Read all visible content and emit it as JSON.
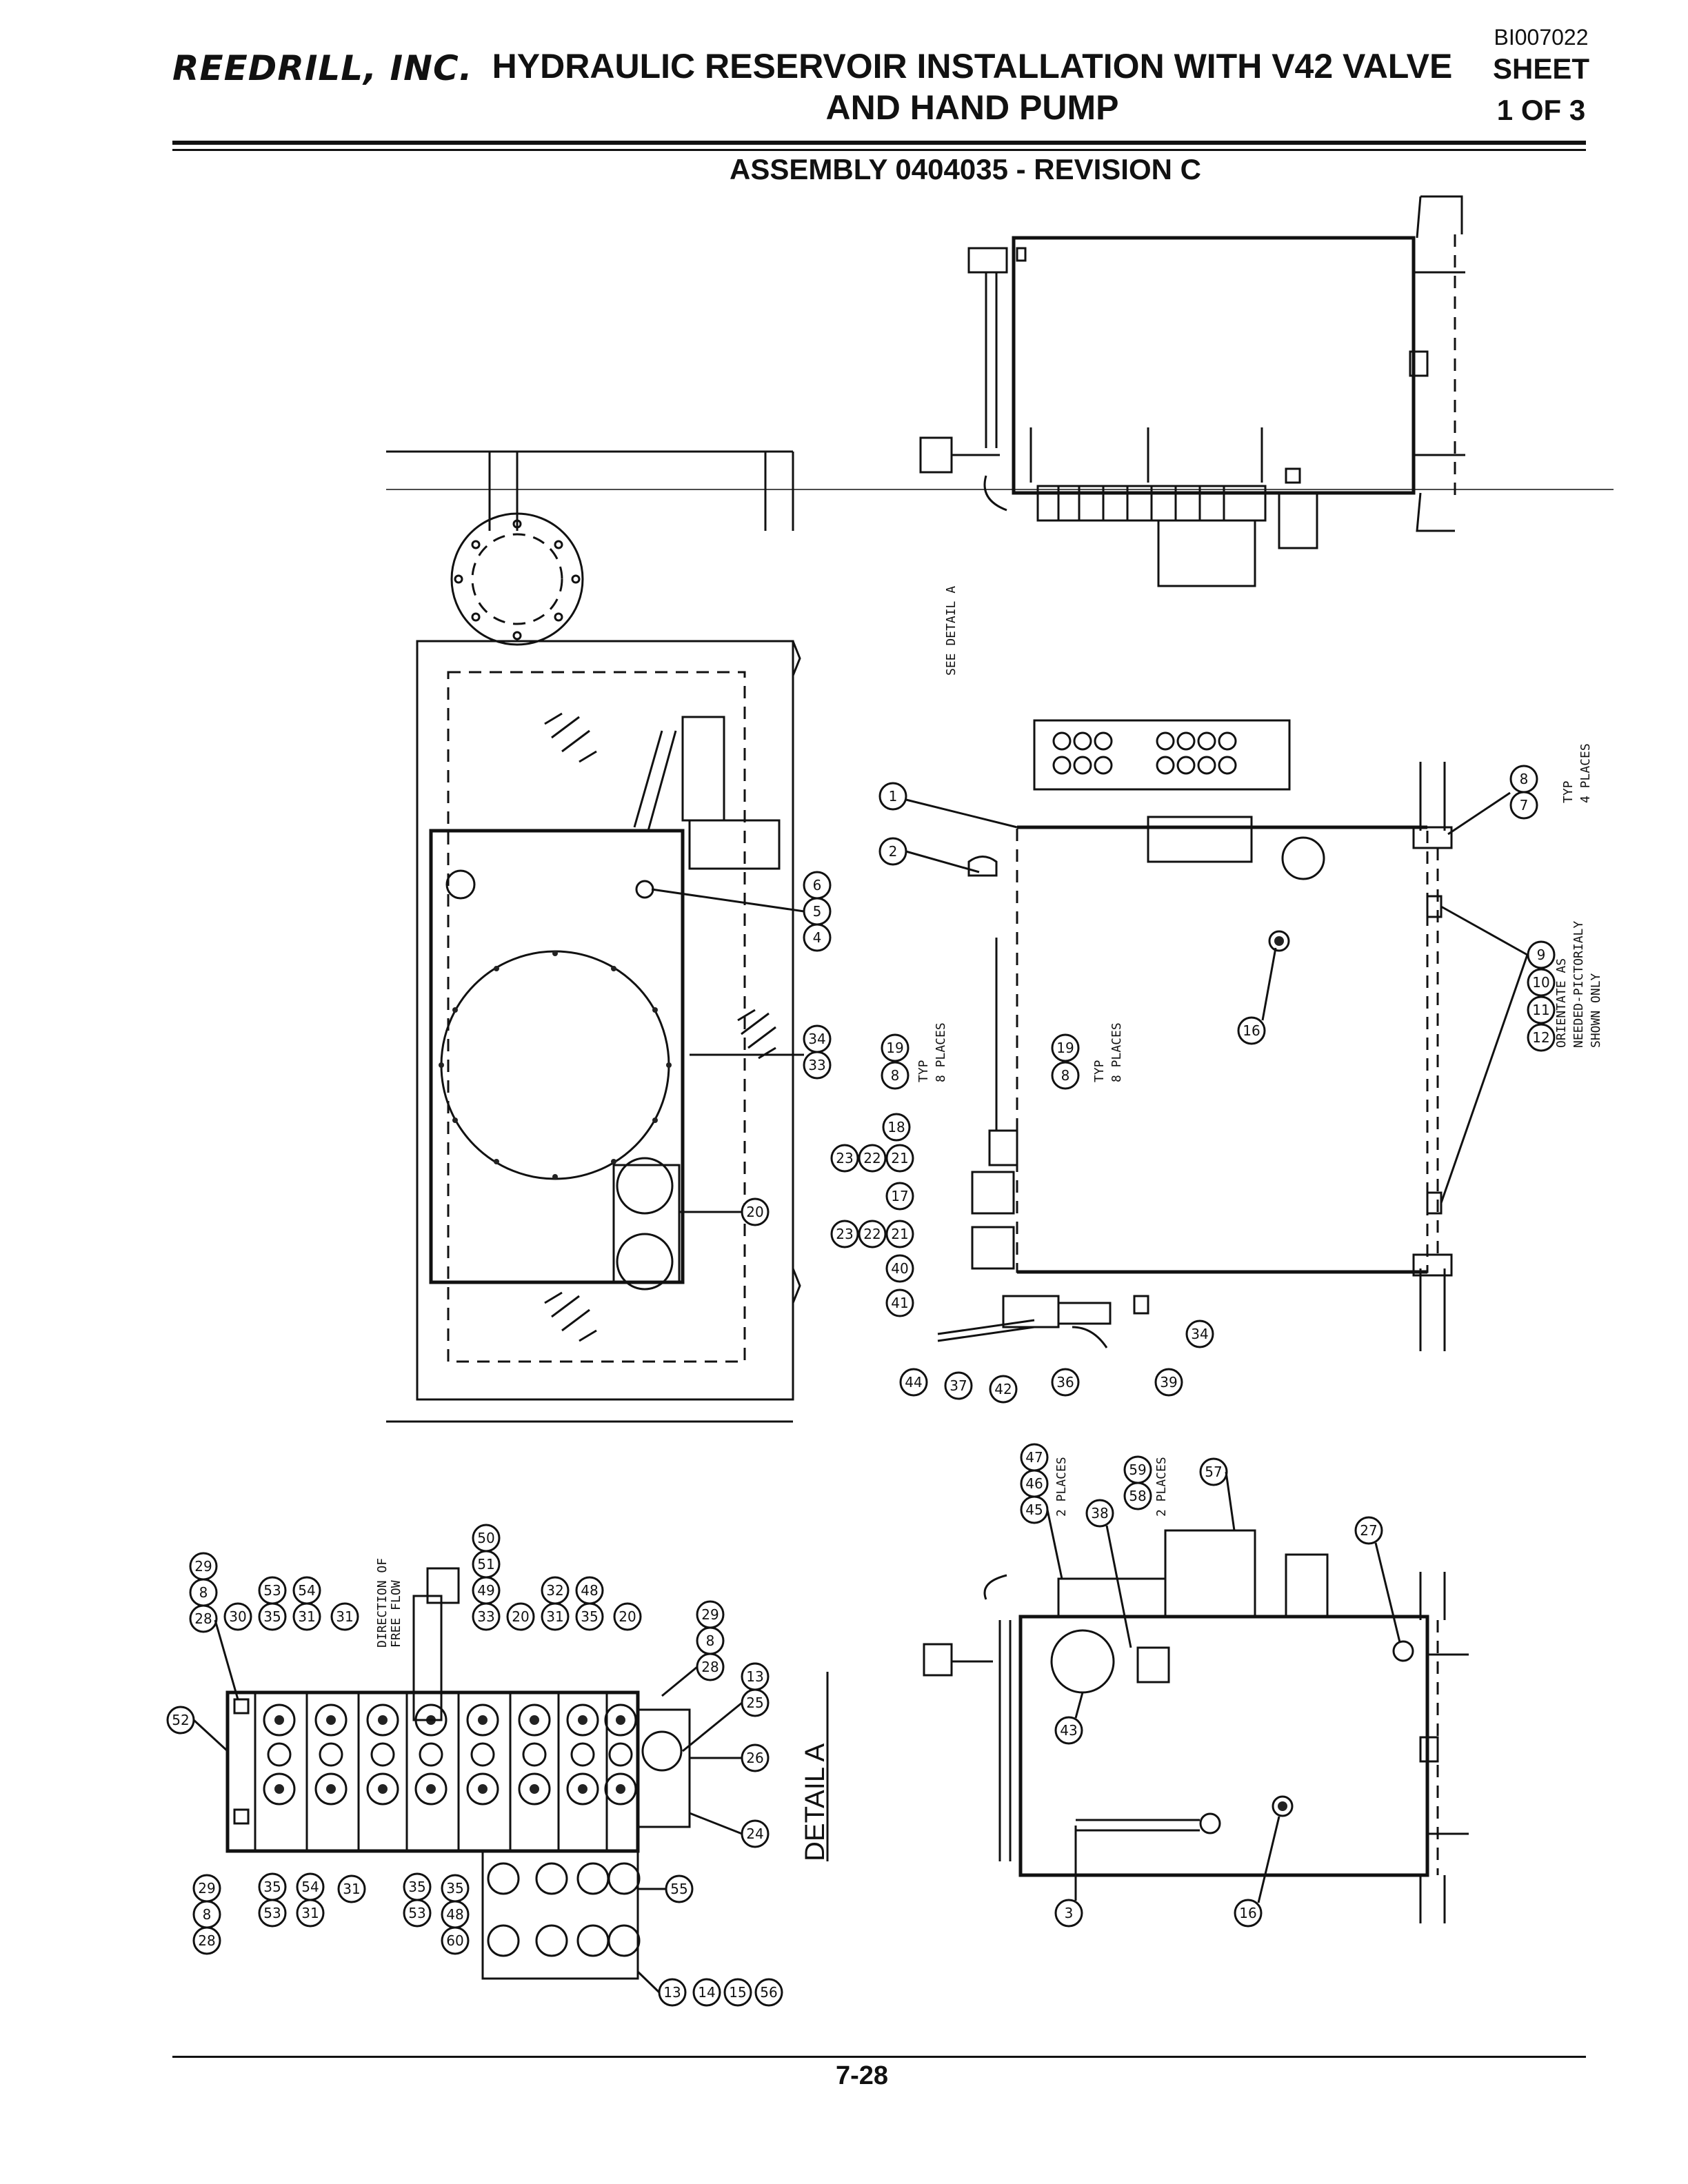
{
  "header": {
    "logo_text": "REEDRILL, INC.",
    "title_line1": "HYDRAULIC RESERVOIR INSTALLATION WITH V42 VALVE",
    "title_line2": "AND HAND PUMP",
    "doc_number": "BI007022",
    "sheet_label": "SHEET",
    "sheet_number": "1 OF 3"
  },
  "subtitle": "ASSEMBLY 0404035 - REVISION C",
  "page_number": "7-28",
  "notes": {
    "see_detail": "SEE DETAIL A",
    "typ_4": "TYP",
    "places_4": "4 PLACES",
    "typ_8a": "TYP",
    "places_8a": "8 PLACES",
    "typ_8b": "TYP",
    "places_8b": "8 PLACES",
    "orient_1": "ORIENTATE AS",
    "orient_2": "NEEDED-PICTORIALY",
    "orient_3": "SHOWN ONLY",
    "two_places_a": "2 PLACES",
    "two_places_b": "2 PLACES",
    "flow_1": "DIRECTION OF",
    "flow_2": "FREE FLOW",
    "detail_label": "DETAIL A"
  },
  "callouts": {
    "side_view": [
      "1",
      "2",
      "4",
      "5",
      "6",
      "33",
      "34",
      "8",
      "19",
      "8",
      "19",
      "18",
      "21",
      "22",
      "23",
      "17",
      "21",
      "22",
      "23",
      "40",
      "41",
      "44",
      "37",
      "42",
      "36",
      "39",
      "34",
      "16",
      "7",
      "8",
      "9",
      "10",
      "11",
      "12",
      "20"
    ],
    "end_view": [
      "45",
      "46",
      "47",
      "38",
      "58",
      "59",
      "57",
      "27",
      "43",
      "3",
      "16"
    ],
    "detail_a": [
      "28",
      "8",
      "29",
      "30",
      "35",
      "53",
      "31",
      "54",
      "31",
      "33",
      "49",
      "51",
      "50",
      "20",
      "31",
      "32",
      "35",
      "48",
      "20",
      "28",
      "8",
      "29",
      "25",
      "13",
      "26",
      "24",
      "52",
      "28",
      "8",
      "29",
      "53",
      "35",
      "31",
      "54",
      "31",
      "53",
      "35",
      "60",
      "48",
      "35",
      "55",
      "13",
      "14",
      "15",
      "56"
    ]
  }
}
